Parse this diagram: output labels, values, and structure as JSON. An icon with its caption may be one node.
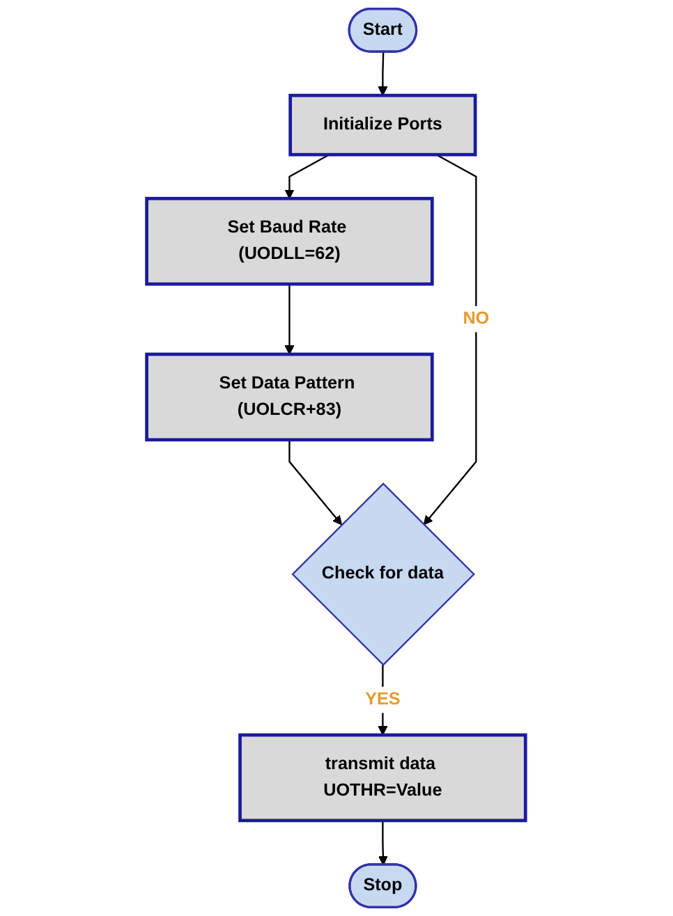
{
  "diagram": {
    "nodes": [
      {
        "text": [
          "Start"
        ]
      },
      {
        "text": [
          "Initialize Ports"
        ]
      },
      {
        "text": [
          "Set Baud Rate (UODLL=62)"
        ]
      },
      {
        "text": [
          "Set Data Pattern (UOLCR+83)"
        ]
      },
      {
        "text": [
          "Check for data"
        ]
      },
      {
        "text": [
          "transmit data UOTHR=Value"
        ]
      },
      {
        "text": [
          "Stop"
        ]
      }
    ],
    "edges": [
      {
        "from": 0,
        "to": 1,
        "arrow": "to"
      },
      {
        "from": 1,
        "to": 2,
        "arrow": "to"
      },
      {
        "from": 2,
        "to": 3,
        "arrow": "to"
      },
      {
        "from": 3,
        "to": 4,
        "arrow": "to"
      },
      {
        "from": 1,
        "to": 4,
        "arrow": "to",
        "label": "NO"
      },
      {
        "from": 4,
        "to": 5,
        "arrow": "to",
        "label": "YES"
      },
      {
        "from": 5,
        "to": 6,
        "arrow": "to"
      }
    ]
  }
}
